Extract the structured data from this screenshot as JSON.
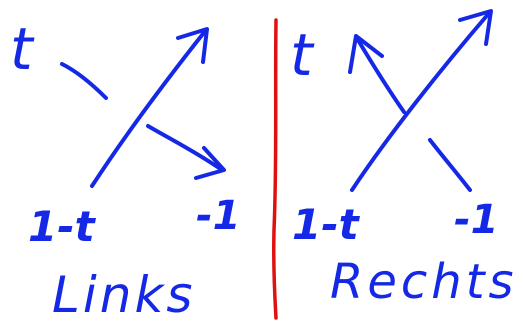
{
  "colors": {
    "ink": "#1428e6",
    "divider": "#e01010",
    "background": "#ffffff"
  },
  "left_panel": {
    "top_label": "t",
    "bottom_left_label": "1-t",
    "bottom_right_label": "-1",
    "caption": "Links"
  },
  "right_panel": {
    "top_label": "t",
    "bottom_left_label": "1-t",
    "bottom_right_label": "-1",
    "caption": "Rechts"
  }
}
